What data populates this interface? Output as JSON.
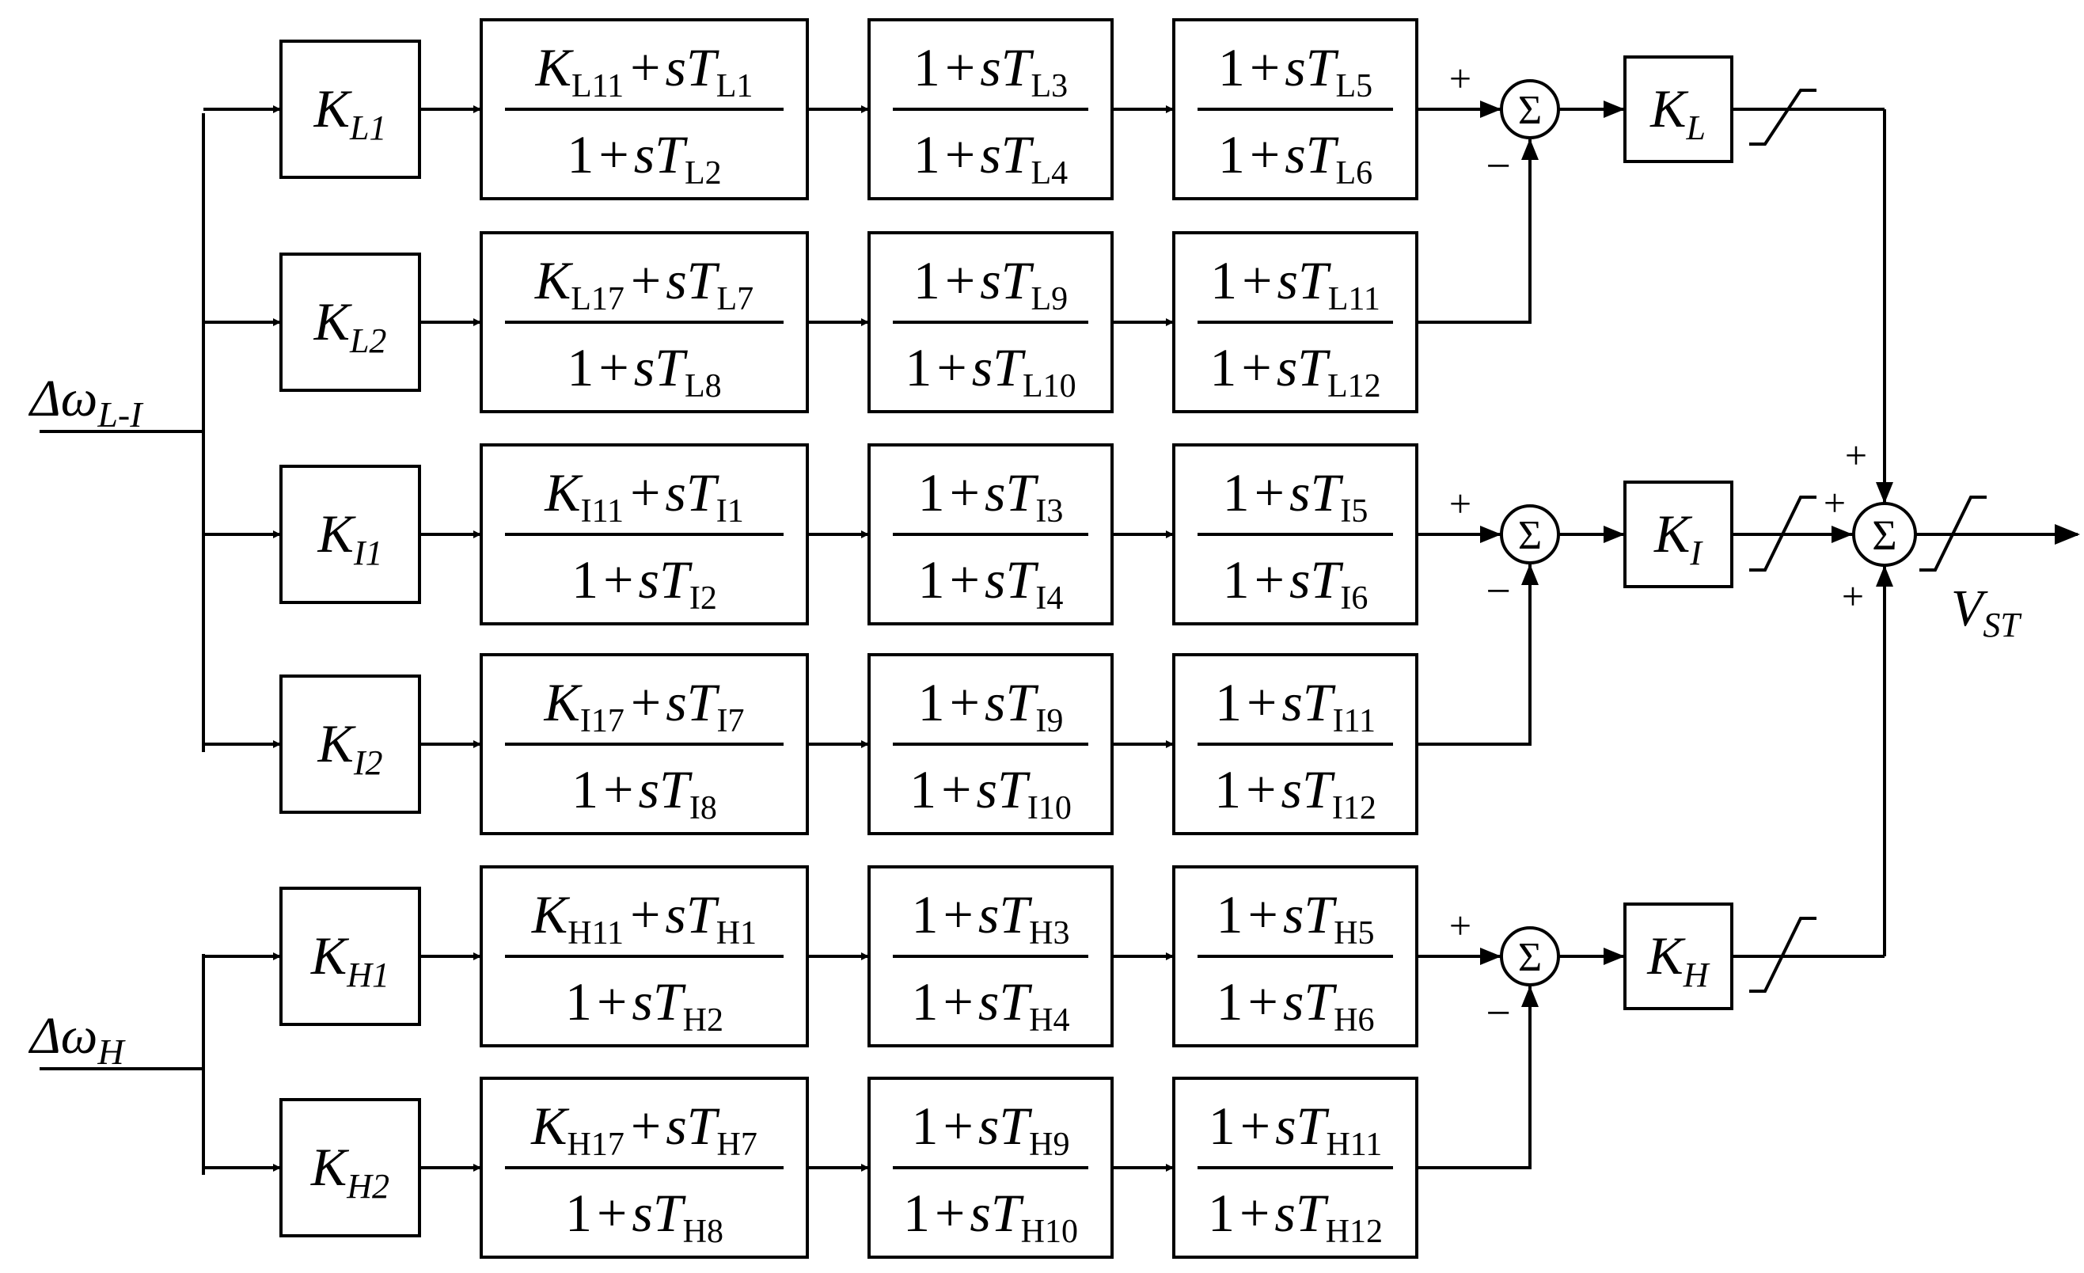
{
  "inputs": {
    "lf": {
      "symbol": "Δω",
      "sub": "L-I"
    },
    "hf": {
      "symbol": "Δω",
      "sub": "H"
    }
  },
  "output": {
    "symbol": "V",
    "sub": "ST"
  },
  "sigma": "Σ",
  "signs": {
    "plus": "+",
    "minus": "−"
  },
  "rows": [
    {
      "gain": {
        "K": "K",
        "sub": "L1"
      },
      "b1": {
        "numConst": "K",
        "numConstSub": "L11",
        "numVar": "T",
        "numVarSub": "L1",
        "denVar": "T",
        "denVarSub": "L2"
      },
      "b2": {
        "numVarSub": "L3",
        "denVarSub": "L4"
      },
      "b3": {
        "numVarSub": "L5",
        "denVarSub": "L6"
      }
    },
    {
      "gain": {
        "K": "K",
        "sub": "L2"
      },
      "b1": {
        "numConst": "K",
        "numConstSub": "L17",
        "numVar": "T",
        "numVarSub": "L7",
        "denVar": "T",
        "denVarSub": "L8"
      },
      "b2": {
        "numVarSub": "L9",
        "denVarSub": "L10"
      },
      "b3": {
        "numVarSub": "L11",
        "denVarSub": "L12"
      }
    },
    {
      "gain": {
        "K": "K",
        "sub": "I1"
      },
      "b1": {
        "numConst": "K",
        "numConstSub": "I11",
        "numVar": "T",
        "numVarSub": "I1",
        "denVar": "T",
        "denVarSub": "I2"
      },
      "b2": {
        "numVarSub": "I3",
        "denVarSub": "I4"
      },
      "b3": {
        "numVarSub": "I5",
        "denVarSub": "I6"
      }
    },
    {
      "gain": {
        "K": "K",
        "sub": "I2"
      },
      "b1": {
        "numConst": "K",
        "numConstSub": "I17",
        "numVar": "T",
        "numVarSub": "I7",
        "denVar": "T",
        "denVarSub": "I8"
      },
      "b2": {
        "numVarSub": "I9",
        "denVarSub": "I10"
      },
      "b3": {
        "numVarSub": "I11",
        "denVarSub": "I12"
      }
    },
    {
      "gain": {
        "K": "K",
        "sub": "H1"
      },
      "b1": {
        "numConst": "K",
        "numConstSub": "H11",
        "numVar": "T",
        "numVarSub": "H1",
        "denVar": "T",
        "denVarSub": "H2"
      },
      "b2": {
        "numVarSub": "H3",
        "denVarSub": "H4"
      },
      "b3": {
        "numVarSub": "H5",
        "denVarSub": "H6"
      }
    },
    {
      "gain": {
        "K": "K",
        "sub": "H2"
      },
      "b1": {
        "numConst": "K",
        "numConstSub": "H17",
        "numVar": "T",
        "numVarSub": "H7",
        "denVar": "T",
        "denVarSub": "H8"
      },
      "b2": {
        "numVarSub": "H9",
        "denVarSub": "H10"
      },
      "b3": {
        "numVarSub": "H11",
        "denVarSub": "H12"
      }
    }
  ],
  "expr": {
    "one": "1",
    "plus": "+",
    "s": "s",
    "T": "T"
  },
  "bandGains": [
    {
      "K": "K",
      "sub": "L"
    },
    {
      "K": "K",
      "sub": "I"
    },
    {
      "K": "K",
      "sub": "H"
    }
  ]
}
